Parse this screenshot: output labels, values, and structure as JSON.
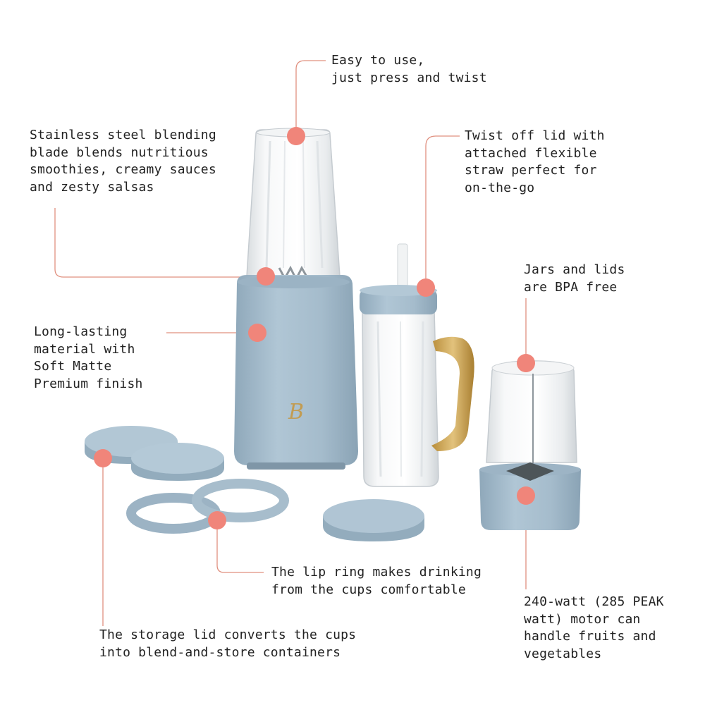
{
  "colors": {
    "body_blue": "#a8bfcf",
    "body_blue_dark": "#8ea7b9",
    "gold": "#c9a24e",
    "accent_dot": "#f0857a",
    "leader_line": "#e0907f",
    "text": "#222222"
  },
  "logo": {
    "monogram": "B"
  },
  "callouts": {
    "easy_to_use": "Easy to use,\njust press and twist",
    "blade": "Stainless steel blending\nblade blends nutritious\nsmoothies, creamy sauces\nand zesty salsas",
    "twist_lid": "Twist off lid with\nattached flexible\nstraw perfect for\non-the-go",
    "bpa_free": "Jars and lids\nare BPA free",
    "material": "Long-lasting\nmaterial with\nSoft Matte\nPremium finish",
    "lip_ring": "The lip ring makes drinking\nfrom the cups comfortable",
    "motor": "240-watt (285 PEAK\nwatt) motor can\nhandle fruits and\nvegetables",
    "storage_lid": "The storage lid converts the cups\ninto blend-and-store containers"
  }
}
